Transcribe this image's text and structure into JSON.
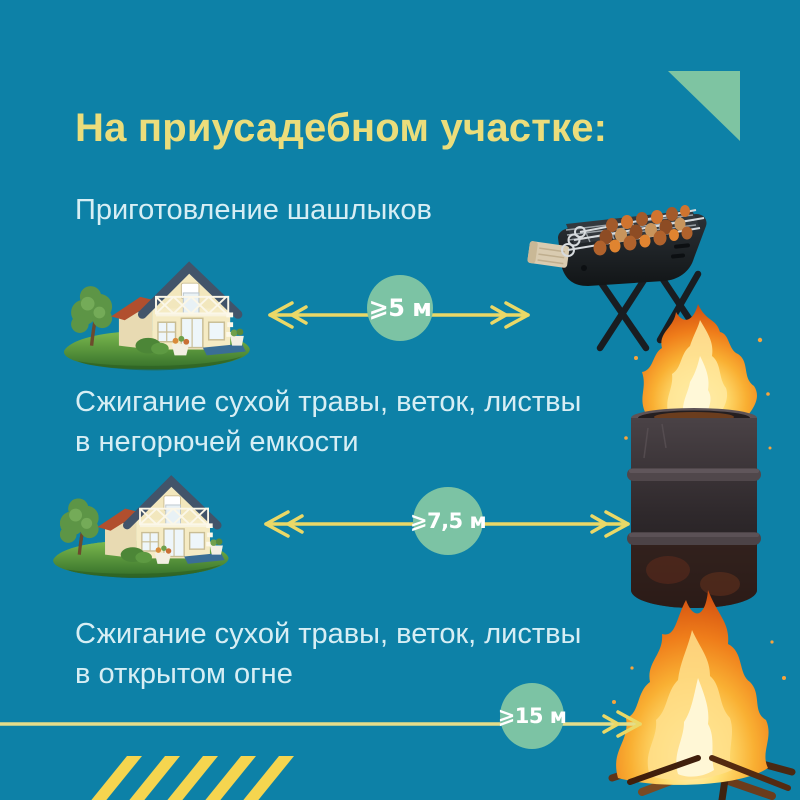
{
  "poster": {
    "title": "На приусадебном участке:",
    "sections": [
      {
        "line1": "Приготовление шашлыков",
        "line2": "",
        "distance_label": "⩾5 м",
        "left_icon": "house-icon",
        "right_icon": "barbecue-grill-icon"
      },
      {
        "line1": "Сжигание сухой травы, веток, листвы",
        "line2": "в негорючей емкости",
        "distance_label": "⩾7,5 м",
        "left_icon": "house-icon",
        "right_icon": "burning-barrel-icon"
      },
      {
        "line1": "Сжигание сухой травы, веток, листвы",
        "line2": "в открытом огне",
        "distance_label": "⩾15 м",
        "left_icon": "",
        "right_icon": "bonfire-icon"
      }
    ],
    "icons": {
      "house-icon": "cottage with tree on grass island (svg illustration)",
      "barbecue-grill-icon": "portable charcoal grill with skewers (svg illustration)",
      "burning-barrel-icon": "metal drum with flames (svg illustration)",
      "bonfire-icon": "open bonfire with branches (svg illustration)",
      "corner-triangle": "decorative green triangle",
      "hazard-stripes": "five yellow diagonal stripes"
    },
    "colors": {
      "background": "#0d81a7",
      "title": "#ebdd7b",
      "text": "#d7eef4",
      "arrow": "#ead867",
      "badge": "#7cc3a4",
      "stripe": "#f5d54f",
      "triangle": "#7ec4a2"
    }
  }
}
